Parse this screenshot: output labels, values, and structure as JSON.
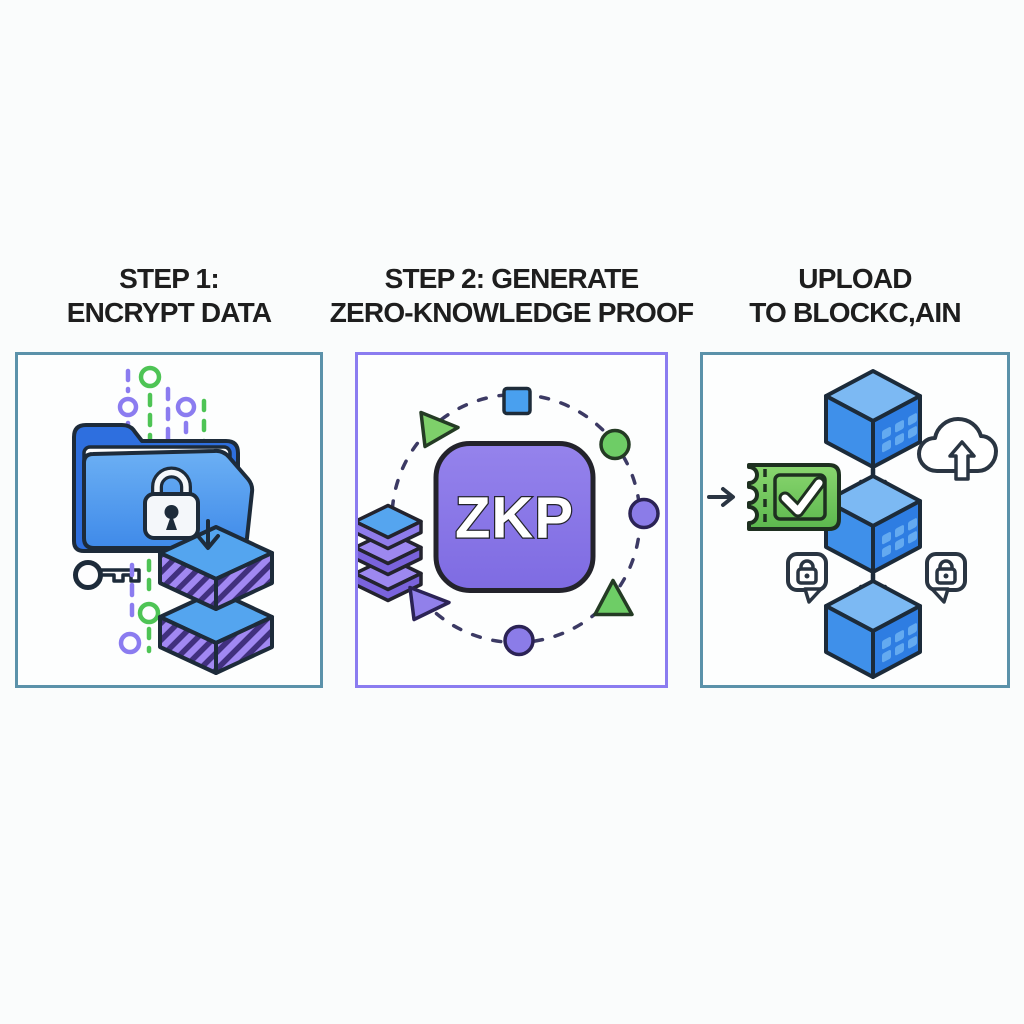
{
  "page": {
    "type": "three-step process infographic",
    "background_color": "#fafcfc",
    "title_text_color": "#1e1e1e"
  },
  "steps": [
    {
      "title_line1": "STEP 1:",
      "title_line2": "ENCRYPT DATA",
      "border_color": "#5b92aa",
      "illustration": "folder with padlock, key, binary streams and encrypted data stack",
      "icons": [
        "folder-icon",
        "padlock-icon",
        "key-icon",
        "binary-stream-icon",
        "down-arrow-icon",
        "encrypted-data-stack-icon"
      ]
    },
    {
      "title_line1": "STEP 2: GENERATE",
      "title_line2": "ZERO-KNOWLEDGE PROOF",
      "border_color": "#8b7cf0",
      "badge_label": "ZKP",
      "illustration": "ZKP badge surrounded by dashed orbit of shapes and data layers",
      "icons": [
        "zkp-badge",
        "dashed-orbit",
        "layers-icon",
        "square-shape",
        "triangle-shape",
        "circle-shape"
      ]
    },
    {
      "title_line1": "UPLOAD",
      "title_line2": "TO BLOCKC,AIN",
      "border_color": "#5b92aa",
      "illustration": "chain of linked blockchain cubes with verification ticket, cloud upload and lock bubbles",
      "icons": [
        "blockchain-cube-icon",
        "down-arrow-icon",
        "verification-ticket-icon",
        "cloud-upload-icon",
        "lock-bubble-icon",
        "right-arrow-icon"
      ]
    }
  ],
  "colors": {
    "blue": "#3f8ae9",
    "light_blue": "#7cb9f3",
    "dark_blue": "#2e6fdf",
    "purple": "#8b7ce8",
    "hatch_purple": "#a188f2",
    "green": "#6ecd66",
    "ticket_green": "#7cd069",
    "outline_dark": "#1d2b3a",
    "orbit_dash": "#3c3a64"
  }
}
